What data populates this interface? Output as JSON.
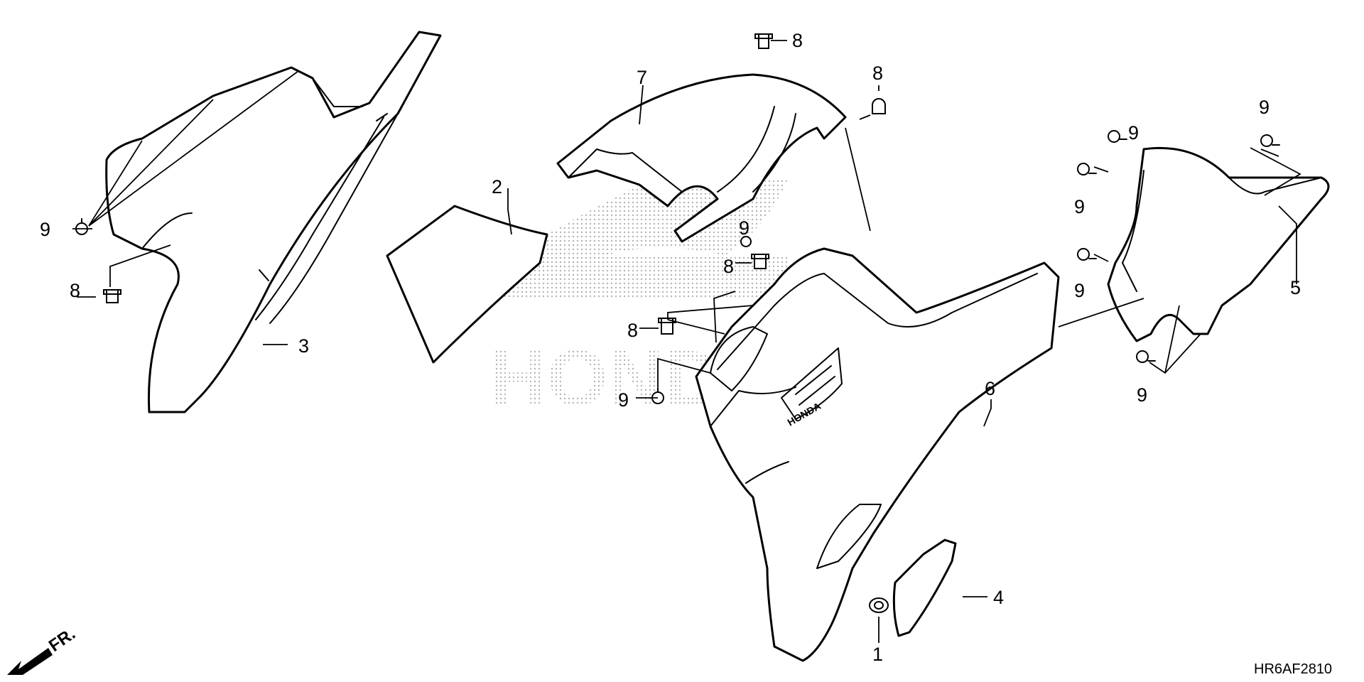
{
  "diagram": {
    "code": "HR6AF2810",
    "direction_label": "FR.",
    "callouts": [
      {
        "label": "1",
        "part": "grommet"
      },
      {
        "label": "2",
        "part": "side-cover-sheet"
      },
      {
        "label": "3",
        "part": "left-side-cover"
      },
      {
        "label": "4",
        "part": "small-lid"
      },
      {
        "label": "5",
        "part": "inner-panel"
      },
      {
        "label": "6",
        "part": "right-side-cover"
      },
      {
        "label": "7",
        "part": "upper-cover"
      },
      {
        "label": "8",
        "part": "clip"
      },
      {
        "label": "9",
        "part": "screw"
      }
    ],
    "fasteners": [
      {
        "label": "8",
        "part": "clip"
      },
      {
        "label": "8",
        "part": "clip"
      },
      {
        "label": "8",
        "part": "clip"
      },
      {
        "label": "8",
        "part": "clip"
      },
      {
        "label": "8",
        "part": "clip"
      },
      {
        "label": "9",
        "part": "screw"
      },
      {
        "label": "9",
        "part": "screw"
      },
      {
        "label": "9",
        "part": "screw"
      },
      {
        "label": "9",
        "part": "screw"
      },
      {
        "label": "9",
        "part": "screw"
      },
      {
        "label": "9",
        "part": "screw"
      },
      {
        "label": "9",
        "part": "screw"
      },
      {
        "label": "9",
        "part": "screw"
      }
    ],
    "watermark": "HONDA",
    "logo_text": "HONDA"
  }
}
